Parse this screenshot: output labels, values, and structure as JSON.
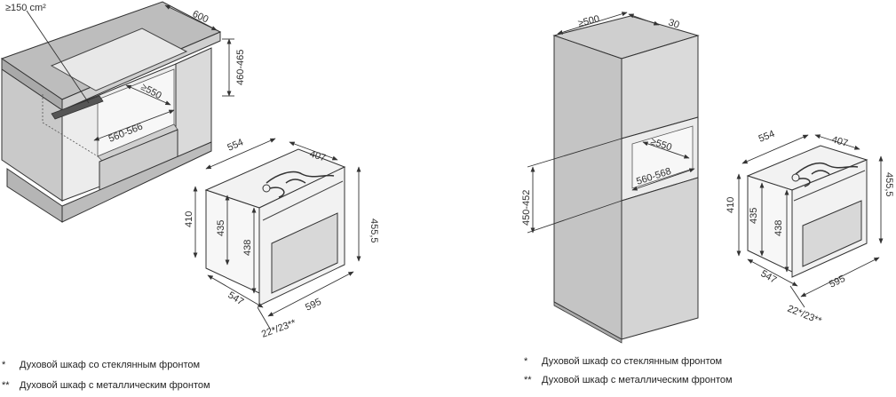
{
  "left_diagram": {
    "labels": {
      "area": "≥150 cm²",
      "depth_top": "600",
      "height_range": "460-465",
      "gap_min": "≥550",
      "width_range": "560-566",
      "oven_depth": "554",
      "oven_top_depth": "407",
      "oven_h1": "410",
      "oven_h2": "435",
      "oven_h3": "438",
      "oven_h4": "455,5",
      "oven_w1": "547",
      "oven_w2": "595",
      "oven_front": "22*/23**"
    },
    "notes": [
      {
        "mark": "*",
        "text": "Духовой шкаф со стеклянным фронтом"
      },
      {
        "mark": "**",
        "text": "Духовой шкаф с металлическим фронтом"
      }
    ]
  },
  "right_diagram": {
    "labels": {
      "top_depth": "≥500",
      "top_gap": "30",
      "gap_min": "≥550",
      "width_range": "560-568",
      "height_range": "450-452",
      "oven_depth": "554",
      "oven_top_depth": "407",
      "oven_h1": "410",
      "oven_h2": "435",
      "oven_h3": "438",
      "oven_h4": "455,5",
      "oven_w1": "547",
      "oven_w2": "595",
      "oven_front": "22*/23**"
    },
    "notes": [
      {
        "mark": "*",
        "text": "Духовой шкаф со стеклянным фронтом"
      },
      {
        "mark": "**",
        "text": "Духовой шкаф с металлическим фронтом"
      }
    ]
  },
  "colors": {
    "line": "#333333",
    "cabinet_front": "#c9c9c9",
    "cabinet_side": "#dadada",
    "cabinet_top": "#bdbdbd",
    "hob": "#e8e8e8",
    "oven_face": "#f2f2f2",
    "window": "#d8d8d8"
  }
}
